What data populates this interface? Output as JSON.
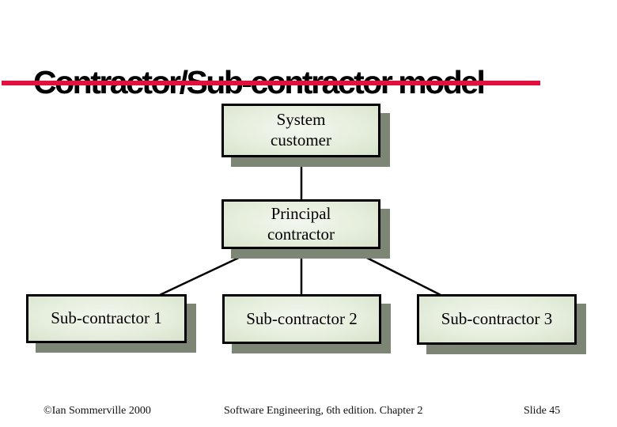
{
  "slide": {
    "title": "Contractor/Sub-contractor model",
    "footer": {
      "copyright": "©Ian Sommerville 2000",
      "book": "Software Engineering, 6th edition. Chapter 2",
      "slide_number": "Slide 45"
    }
  },
  "diagram": {
    "nodes": [
      {
        "id": "system-customer",
        "lines": [
          "System",
          "customer"
        ]
      },
      {
        "id": "principal-contractor",
        "lines": [
          "Principal",
          "contractor"
        ]
      },
      {
        "id": "sub-contractor-1",
        "lines": [
          "Sub-contractor 1"
        ]
      },
      {
        "id": "sub-contractor-2",
        "lines": [
          "Sub-contractor 2"
        ]
      },
      {
        "id": "sub-contractor-3",
        "lines": [
          "Sub-contractor 3"
        ]
      }
    ],
    "edges": [
      {
        "from": "system-customer",
        "to": "principal-contractor"
      },
      {
        "from": "principal-contractor",
        "to": "sub-contractor-1"
      },
      {
        "from": "principal-contractor",
        "to": "sub-contractor-2"
      },
      {
        "from": "principal-contractor",
        "to": "sub-contractor-3"
      }
    ]
  },
  "colors": {
    "accent_red": "#E2103C",
    "box_fill_center": "#f3f7ef",
    "box_fill_edge": "#d7e3cc",
    "box_border": "#000000",
    "box_shadow": "#7d8675",
    "text_color": "#000000",
    "footer_color": "#111111"
  }
}
